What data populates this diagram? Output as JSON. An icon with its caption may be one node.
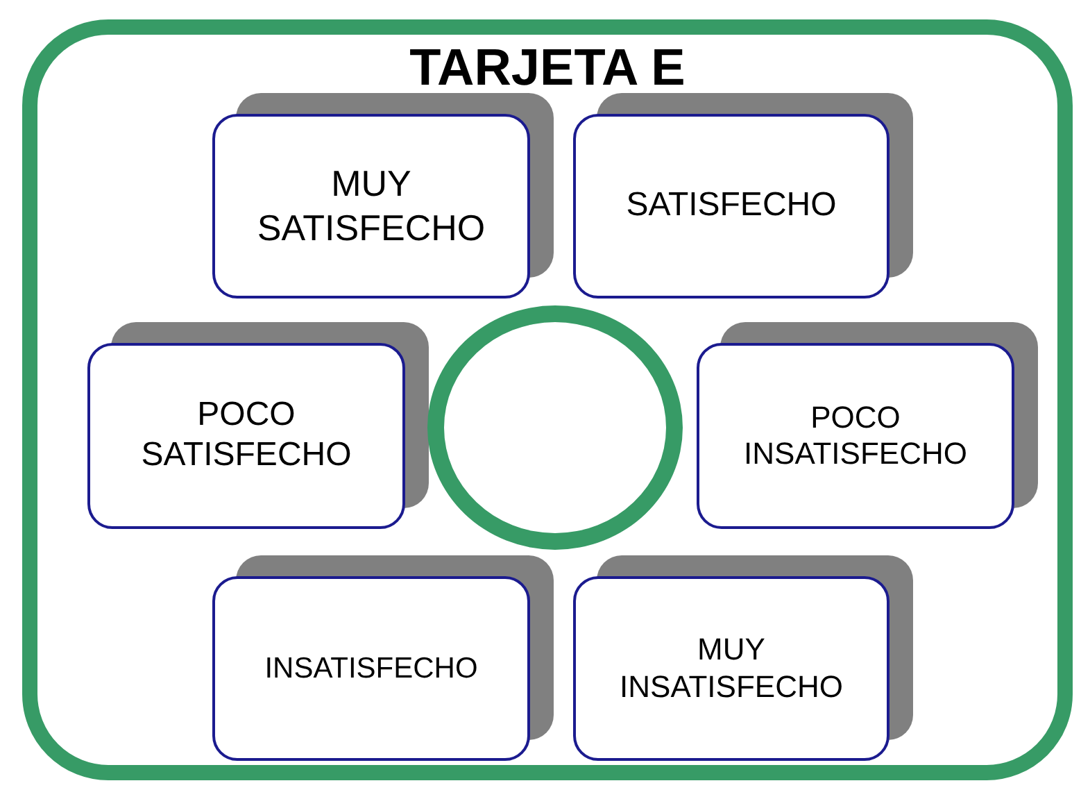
{
  "diagram": {
    "nodes": [
      {
        "text": [
          "TARJETA E"
        ]
      },
      {
        "text": [
          "MUY SATISFECHO"
        ],
        "in": 0
      },
      {
        "text": [
          "SATISFECHO"
        ],
        "in": 0
      },
      {
        "text": [
          "POCO SATISFECHO"
        ],
        "in": 0
      },
      {
        "text": [],
        "shape": "circle",
        "in": 0
      },
      {
        "text": [
          "POCO INSATISFECHO"
        ],
        "in": 0
      },
      {
        "text": [
          "INSATISFECHO"
        ],
        "in": 0
      },
      {
        "text": [
          "MUY INSATISFECHO"
        ],
        "in": 0
      }
    ]
  }
}
